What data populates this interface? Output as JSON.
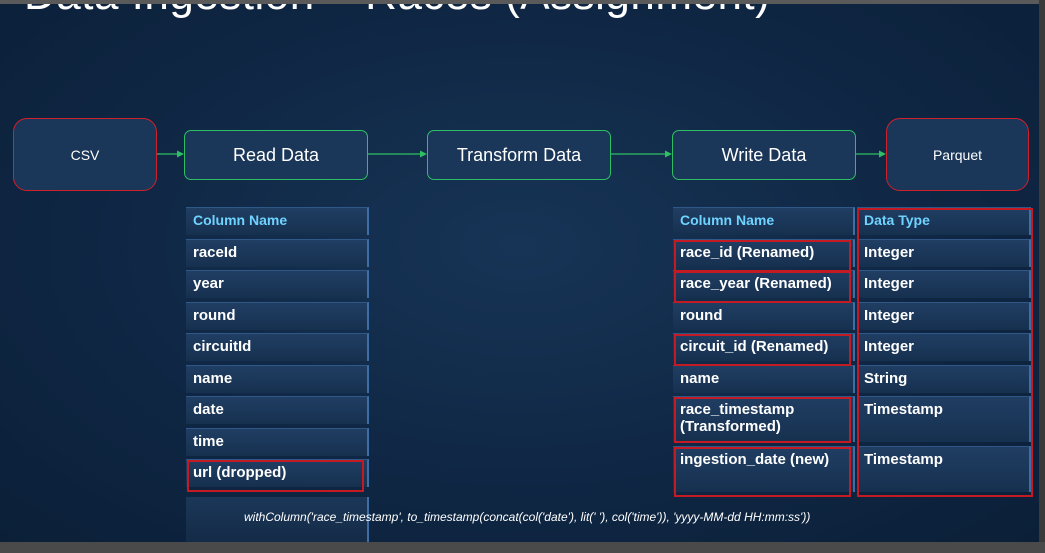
{
  "title": "Data Ingestion – Races (Assignment)",
  "flow": {
    "source": "CSV",
    "read": "Read Data",
    "transform": "Transform Data",
    "write": "Write Data",
    "target": "Parquet"
  },
  "input_table": {
    "header": "Column Name",
    "rows": [
      "raceId",
      "year",
      "round",
      "circuitId",
      "name",
      "date",
      "time",
      "url (dropped)"
    ]
  },
  "output_table": {
    "headers": [
      "Column Name",
      "Data Type"
    ],
    "rows": [
      {
        "column": "race_id (Renamed)",
        "type": "Integer"
      },
      {
        "column": "race_year (Renamed)",
        "type": "Integer"
      },
      {
        "column": "round",
        "type": "Integer"
      },
      {
        "column": "circuit_id (Renamed)",
        "type": "Integer"
      },
      {
        "column": "name",
        "type": "String"
      },
      {
        "column": "race_timestamp (Transformed)",
        "type": "Timestamp"
      },
      {
        "column": "ingestion_date (new)",
        "type": "Timestamp"
      }
    ]
  },
  "code_snippet": "withColumn('race_timestamp', to_timestamp(concat(col('date'), lit(' '), col('time')), 'yyyy-MM-dd HH:mm:ss'))",
  "colors": {
    "highlight": "#c41a24",
    "process_border": "#2fbf63",
    "header_text": "#6fd3ff",
    "background": "#0f2744"
  }
}
